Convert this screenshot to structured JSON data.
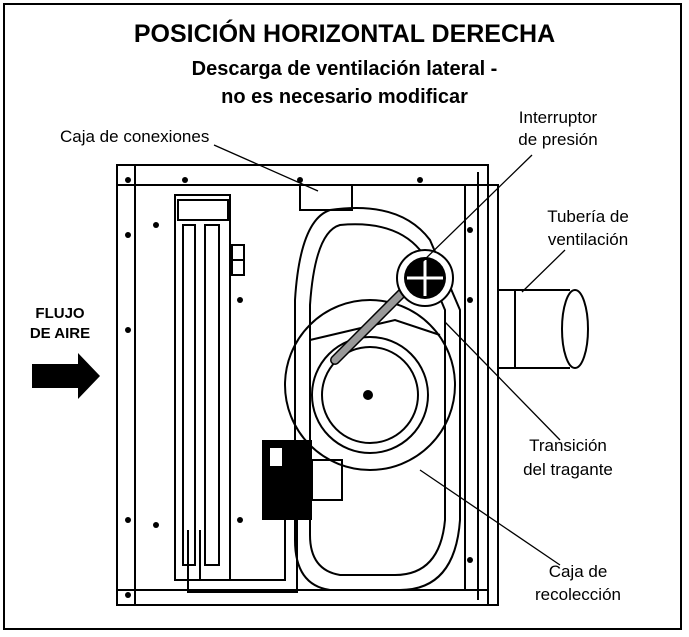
{
  "title": {
    "line1": "POSICIÓN HORIZONTAL DERECHA",
    "line2": "Descarga de ventilación lateral -",
    "line3": "no es necesario modificar"
  },
  "labels": {
    "junction_box": "Caja de conexiones",
    "pressure_switch_1": "Interruptor",
    "pressure_switch_2": "de presión",
    "vent_pipe_1": "Tubería de",
    "vent_pipe_2": "ventilación",
    "airflow_1": "FLUJO",
    "airflow_2": "DE AIRE",
    "flue_transition_1": "Transición",
    "flue_transition_2": "del tragante",
    "collector_box_1": "Caja de",
    "collector_box_2": "recolección"
  }
}
